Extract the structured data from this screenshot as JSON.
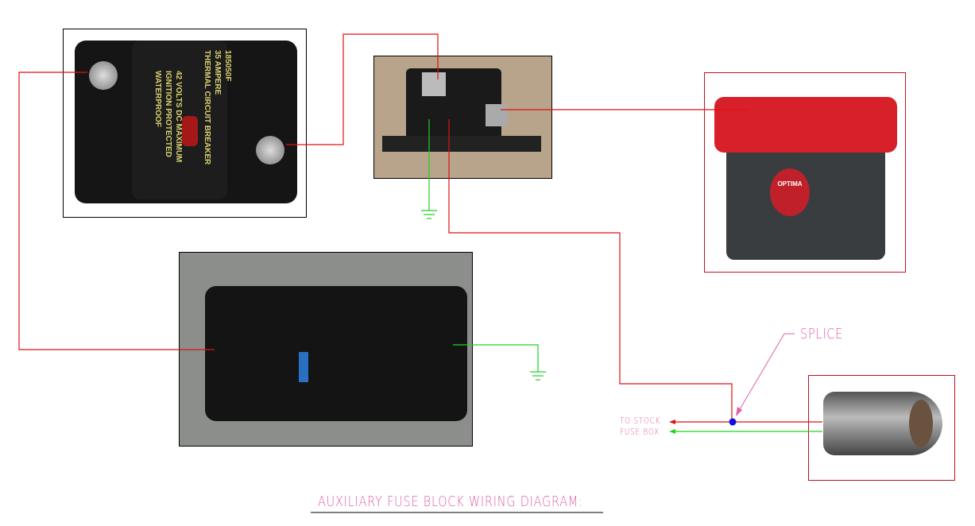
{
  "title": "AUXILIARY FUSE BLOCK WIRING DIAGRAM:",
  "labels": {
    "splice": "SPLICE",
    "to_stock_line1": "TO STOCK",
    "to_stock_line2": "FUSE BOX"
  },
  "breaker": {
    "print_left": [
      "42 VOLTS DC MAXIMUM",
      "IGNITION PROTECTED",
      "WATERPROOF"
    ],
    "print_right": [
      "185050F",
      "35 AMPERE",
      "THERMAL CIRCUIT BREAKER"
    ]
  },
  "battery": {
    "logo": "OPTIMA"
  },
  "colors": {
    "positive": "#e01010",
    "ground": "#20d020",
    "annotation": "#e060a8",
    "splice": "#1010e0",
    "frame_red": "#c01020"
  }
}
